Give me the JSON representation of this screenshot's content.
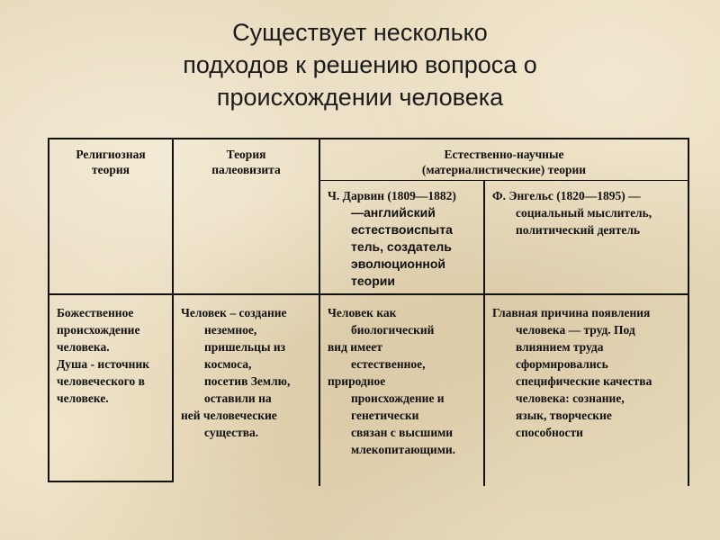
{
  "title": [
    "Существует несколько",
    "подходов к решению вопроса о",
    "происхождении человека"
  ],
  "table": {
    "headers": {
      "religious": [
        "Религиозная",
        "теория"
      ],
      "paleovisit": [
        "Теория",
        "палеовизита"
      ],
      "natural": [
        "Естественно-научные",
        "(материалистические) теории"
      ]
    },
    "darwin": {
      "first": "Ч. Дарвин (1809—1882)",
      "paragraphs": [
        [
          "—английский",
          "естествоиспыта"
        ],
        [
          "тель,  создатель",
          "эволюционной",
          "теории"
        ]
      ]
    },
    "engels": {
      "paragraphs": [
        [
          "Ф. Энгельс (1820—1895) —",
          "социальный мыслитель,",
          "политический деятель"
        ]
      ]
    },
    "religious_body": {
      "paragraphs": [
        [
          "Божественное"
        ],
        [
          "происхождение"
        ],
        [
          "человека."
        ],
        [
          "Душа - источник"
        ],
        [
          "человеческого в"
        ],
        [
          "человеке."
        ]
      ]
    },
    "paleovisit_body": {
      "paragraphs": [
        [
          "Человек – создание",
          "неземное,",
          "пришельцы из",
          "космоса,",
          "посетив Землю,",
          "оставили на"
        ],
        [
          "ней человеческие",
          "существа."
        ]
      ]
    },
    "darwin_body": {
      "paragraphs": [
        [
          "Человек как",
          "биологический"
        ],
        [
          "вид имеет",
          "естественное,"
        ],
        [
          "природное",
          "происхождение и",
          "генетически",
          "связан с высшими",
          "млекопитающими."
        ]
      ]
    },
    "engels_body": {
      "paragraphs": [
        [
          "Главная причина появления",
          "человека — труд. Под",
          "влиянием труда",
          "сформировались",
          "специфические качества",
          "человека: сознание,",
          "язык, творческие",
          "способности"
        ]
      ]
    }
  }
}
